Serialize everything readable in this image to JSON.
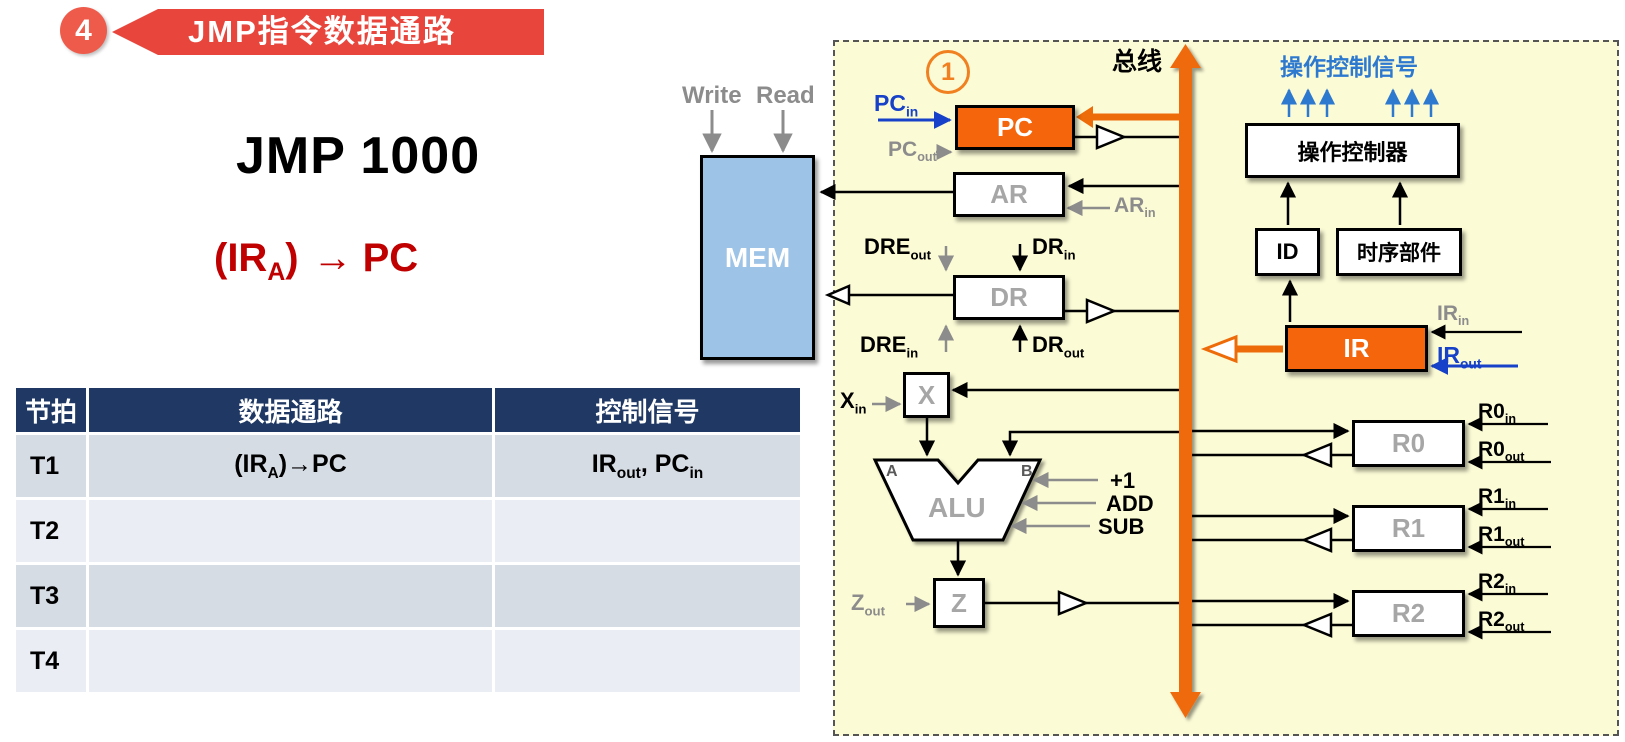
{
  "slide": {
    "badge": "4",
    "banner": "JMP指令数据通路",
    "title": "JMP 1000",
    "op": {
      "pre": "(IR",
      "sub": "A",
      "post": ")",
      "arrow": "→",
      "target": "PC"
    }
  },
  "table": {
    "headers": [
      "节拍",
      "数据通路",
      "控制信号"
    ],
    "rows": [
      {
        "beat": "T1",
        "dp_pre": "(IR",
        "dp_sub": "A",
        "dp_post": ")→PC",
        "sig1": "IR",
        "sig1_sub": "out",
        "sig2": ", PC",
        "sig2_sub": "in"
      },
      {
        "beat": "T2",
        "dp_pre": "",
        "dp_sub": "",
        "dp_post": "",
        "sig1": "",
        "sig1_sub": "",
        "sig2": "",
        "sig2_sub": ""
      },
      {
        "beat": "T3",
        "dp_pre": "",
        "dp_sub": "",
        "dp_post": "",
        "sig1": "",
        "sig1_sub": "",
        "sig2": "",
        "sig2_sub": ""
      },
      {
        "beat": "T4",
        "dp_pre": "",
        "dp_sub": "",
        "dp_post": "",
        "sig1": "",
        "sig1_sub": "",
        "sig2": "",
        "sig2_sub": ""
      }
    ]
  },
  "diagram": {
    "bus_label": "总线",
    "step": "1",
    "control_title": "操作控制信号",
    "write": "Write",
    "read": "Read",
    "blocks": {
      "mem": "MEM",
      "pc": "PC",
      "ar": "AR",
      "dr": "DR",
      "x": "X",
      "z": "Z",
      "ir": "IR",
      "r0": "R0",
      "r1": "R1",
      "r2": "R2",
      "id": "ID",
      "controller": "操作控制器",
      "timing": "时序部件"
    },
    "alu": {
      "name": "ALU",
      "a": "A",
      "b": "B"
    },
    "ops": {
      "plus1": "+1",
      "add": "ADD",
      "sub": "SUB"
    },
    "labels": {
      "pc_in": {
        "base": "PC",
        "sub": "in"
      },
      "pc_out": {
        "base": "PC",
        "sub": "out"
      },
      "ar_in": {
        "base": "AR",
        "sub": "in"
      },
      "dre_out": {
        "base": "DRE",
        "sub": "out"
      },
      "dr_in": {
        "base": "DR",
        "sub": "in"
      },
      "dre_in": {
        "base": "DRE",
        "sub": "in"
      },
      "dr_out": {
        "base": "DR",
        "sub": "out"
      },
      "x_in": {
        "base": "X",
        "sub": "in"
      },
      "z_out": {
        "base": "Z",
        "sub": "out"
      },
      "ir_in": {
        "base": "IR",
        "sub": "in"
      },
      "ir_out": {
        "base": "IR",
        "sub": "out"
      },
      "r0_in": {
        "base": "R0",
        "sub": "in"
      },
      "r0_out": {
        "base": "R0",
        "sub": "out"
      },
      "r1_in": {
        "base": "R1",
        "sub": "in"
      },
      "r1_out": {
        "base": "R1",
        "sub": "out"
      },
      "r2_in": {
        "base": "R2",
        "sub": "in"
      },
      "r2_out": {
        "base": "R2",
        "sub": "out"
      }
    },
    "colors": {
      "block_orange": "#F4650C",
      "bus_orange": "#EE6B09",
      "mem_blue": "#9DC3E6",
      "gray": "#8C8C8C",
      "blue": "#1641C8",
      "signal_blue": "#2E79D0",
      "banner_red": "#E8463C",
      "badge_red": "#EF5B4B",
      "dark_red": "#C00000",
      "table_header": "#1F3864",
      "panel_yellow": "#FBFBD6"
    }
  }
}
